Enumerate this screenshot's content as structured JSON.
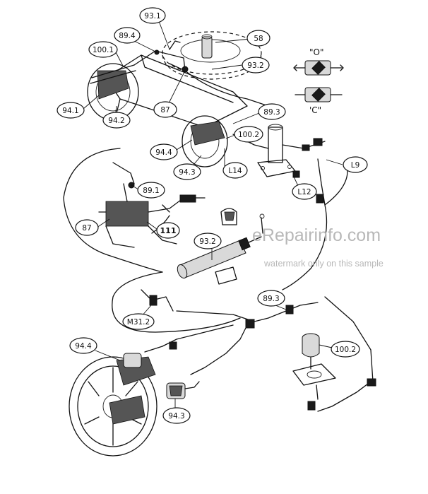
{
  "callouts": {
    "c93_1_top": "93.1",
    "c58": "58",
    "c89_4": "89.4",
    "c100_1": "100.1",
    "c93_2_top": "93.2",
    "c87_top": "87",
    "c94_1": "94.1",
    "c94_2": "94.2",
    "c89_3_top": "89.3",
    "c100_2_top": "100.2",
    "c94_4_top": "94.4",
    "c94_3_top": "94.3",
    "cL14": "L14",
    "cL9": "L9",
    "cL12": "L12",
    "c89_1": "89.1",
    "c87_mid": "87",
    "c111": "111",
    "c93_2_mid": "93.2",
    "cM31_2": "M31.2",
    "c89_3_low": "89.3",
    "c94_4_low": "94.4",
    "c100_2_low": "100.2",
    "c94_3_low": "94.3"
  },
  "valve_legend": {
    "open_label": "\"O\"",
    "closed_label": "'C\""
  },
  "watermark": {
    "brand": "eRepairinfo.com",
    "note": "watermark only on this sample"
  }
}
